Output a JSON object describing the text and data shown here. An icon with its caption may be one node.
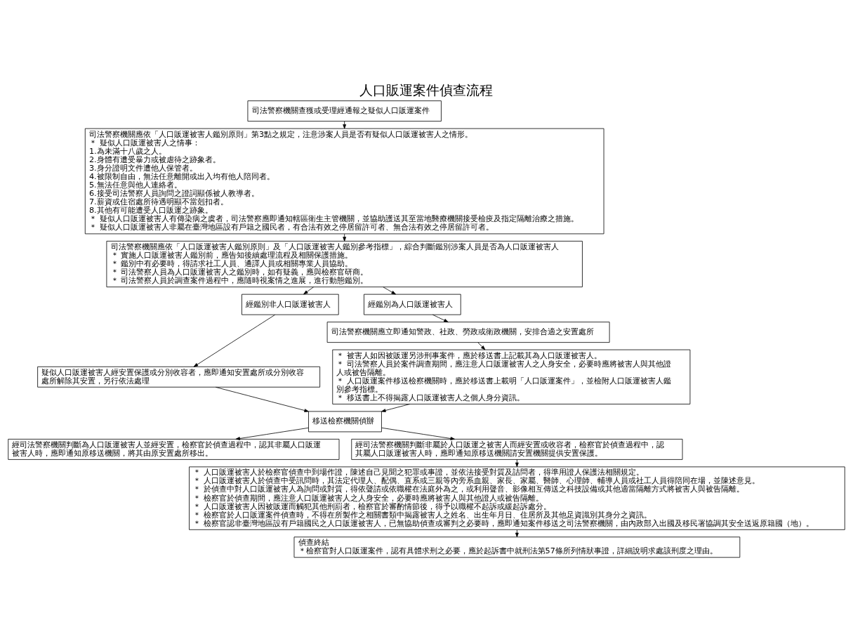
{
  "diagram": {
    "title": "人口販運案件偵查流程",
    "nodes": [
      {
        "text": [
          "司法警察機關查獲或受理經通報之疑似人口販運案件"
        ]
      },
      {
        "text": [
          "司法警察機關應依「人口販運被害人鑑別原則」第3點之規定，注意涉案人員是否有疑似人口販運被害人之情形。",
          "＊ 疑似人口販運被害人之情事：",
          "1.為未滿十八歲之人。",
          "2.身體有遭受暴力或被虐待之跡象者。",
          "3.身分證明文件遭他人保管者。",
          "4.被限制自由，無法任意離開或出入均有他人陪同者。",
          "5.無法任意與他人連絡者。",
          "6.接受司法警察人員詢問之證詞顯係被人教導者。",
          "7.薪資或住宿處所待遇明顯不當剋扣者。",
          "8.其他有可能遭受人口販運之跡象。",
          "＊ 疑似人口販運被害人有傳染病之虞者，司法警察應即通知轄區衛生主管機關，並協助護送其至當地醫療機關接受檢疫及指定隔離治療之措施。",
          "＊ 疑似人口販運被害人非屬在臺灣地區設有戶籍之國民者，有合法有效之停居留許可者、無合法有效之停居留許可者。"
        ]
      },
      {
        "text": [
          "司法警察機關應依「人口販運被害人鑑別原則」及「人口販運被害人鑑別參考指標」，綜合判斷鑑別涉案人員是否為人口販運被害人",
          "＊ 實施人口販運被害人鑑別前，應告知後續處理流程及相關保護措施。",
          "＊ 鑑別中有必要時，得請求社工人員、通譯人員或相關專業人員協助。",
          "＊ 司法警察人員為人口販運被害人之鑑別時，如有疑義，應與檢察官研商。",
          "＊ 司法警察人員於調查案件過程中，應隨時視案情之進展，進行動態鑑別。"
        ]
      },
      {
        "text": [
          "經鑑別非人口販運被害人"
        ]
      },
      {
        "text": [
          "經鑑別為人口販運被害人"
        ]
      },
      {
        "text": [
          "疑似人口販運被害人經安置保護或分別收容者，應即通知安置處所或分別收容處所解除其安置，另行依法處理"
        ]
      },
      {
        "text": [
          "司法警察機關應立即通知警政、社政、勞政或衛政機關，安排合適之安置處所"
        ]
      },
      {
        "text": [
          "＊ 被害人如因被販運另涉刑事案件，應於移送書上記載其為人口販運被害人。",
          "＊ 司法警察人員於案件調查期間，應注意人口販運被害人之人身安全，必要時應將被害人與其他證人或被告隔離。",
          "＊ 人口販運案件移送檢察機關時，應於移送書上載明「人口販運案件」，並檢附人口販運被害人鑑別參考指標。",
          "＊ 移送書上不得揭露人口販運被害人之個人身分資訊。"
        ]
      },
      {
        "text": [
          "移送檢察機關偵辦"
        ]
      },
      {
        "text": [
          "經司法警察機關判斷為人口販運被害人並經安置，檢察官於偵查過程中，認其非屬人口販運被害人時，應即通知原移送機關，將其由原安置處所移出。"
        ]
      },
      {
        "text": [
          "經司法警察機關判斷非屬於人口販運之被害人而經安置或收容者，檢察官於偵查過程中，認其屬人口販運被害人時，應即通知原移送機關請安置機關提供安置保護。"
        ]
      },
      {
        "text": [
          "＊ 人口販運被害人於檢察官偵查中到場作證，陳述自己見聞之犯罪或事證，並依法接受對質及詰問者，得準用證人保護法相關規定。",
          "＊ 人口販運被害人於偵查中受訊問時，其法定代理人、配偶、直系或三親等內旁系血親、家長、家屬、醫師、心理師、輔導人員或社工人員得陪同在場，並陳述意見。",
          "＊ 於偵查中對人口販運被害人為詢問或對質，得依聲請或依職權在法庭外為之，或利用聲音、影像相互傳送之科技設備或其他適當隔離方式將被害人與被告隔離。",
          "＊ 檢察官於偵查期間，應注意人口販運被害人之人身安全，必要時應將被害人與其他證人或被告隔離。",
          "＊ 人口販運被害人因被販運而觸犯其他刑罰者，檢察官於審酌情節後，得予以職權不起訴或緩起訴處分。",
          "＊ 檢察官於人口販運案件偵查時，不得在所製作之相關書類中揭露被害人之姓名、出生年月日、住居所及其他足資識別其身分之資訊。",
          "＊ 檢察官認非臺灣地區設有戶籍國民之人口販運被害人，已無協助偵查或審判之必要時，應即通知案件移送之司法警察機關，由內政部入出國及移民署協調其安全送返原籍國（地）。"
        ]
      },
      {
        "text": [
          "偵查終結",
          "＊檢察官對人口販運案件，認有具體求刑之必要，應於起訴書中就刑法第57條所列情狀事證，詳細說明求處該刑度之理由。"
        ]
      }
    ],
    "edges": [
      {
        "from": 0,
        "to": 1,
        "arrow": "to"
      },
      {
        "from": 1,
        "to": 2,
        "arrow": "to"
      },
      {
        "from": 2,
        "to": 3,
        "arrow": "to"
      },
      {
        "from": 2,
        "to": 4,
        "arrow": "to"
      },
      {
        "from": 3,
        "to": 5,
        "arrow": "to"
      },
      {
        "from": 4,
        "to": 6,
        "arrow": "to"
      },
      {
        "from": 6,
        "to": 7,
        "arrow": "to"
      },
      {
        "from": 5,
        "to": 8,
        "arrow": "to"
      },
      {
        "from": 7,
        "to": 8,
        "arrow": "to"
      },
      {
        "from": 8,
        "to": 9,
        "arrow": "to"
      },
      {
        "from": 8,
        "to": 10,
        "arrow": "to"
      },
      {
        "from": 10,
        "to": 11,
        "arrow": "to"
      },
      {
        "from": 11,
        "to": 12,
        "arrow": "to"
      }
    ]
  }
}
